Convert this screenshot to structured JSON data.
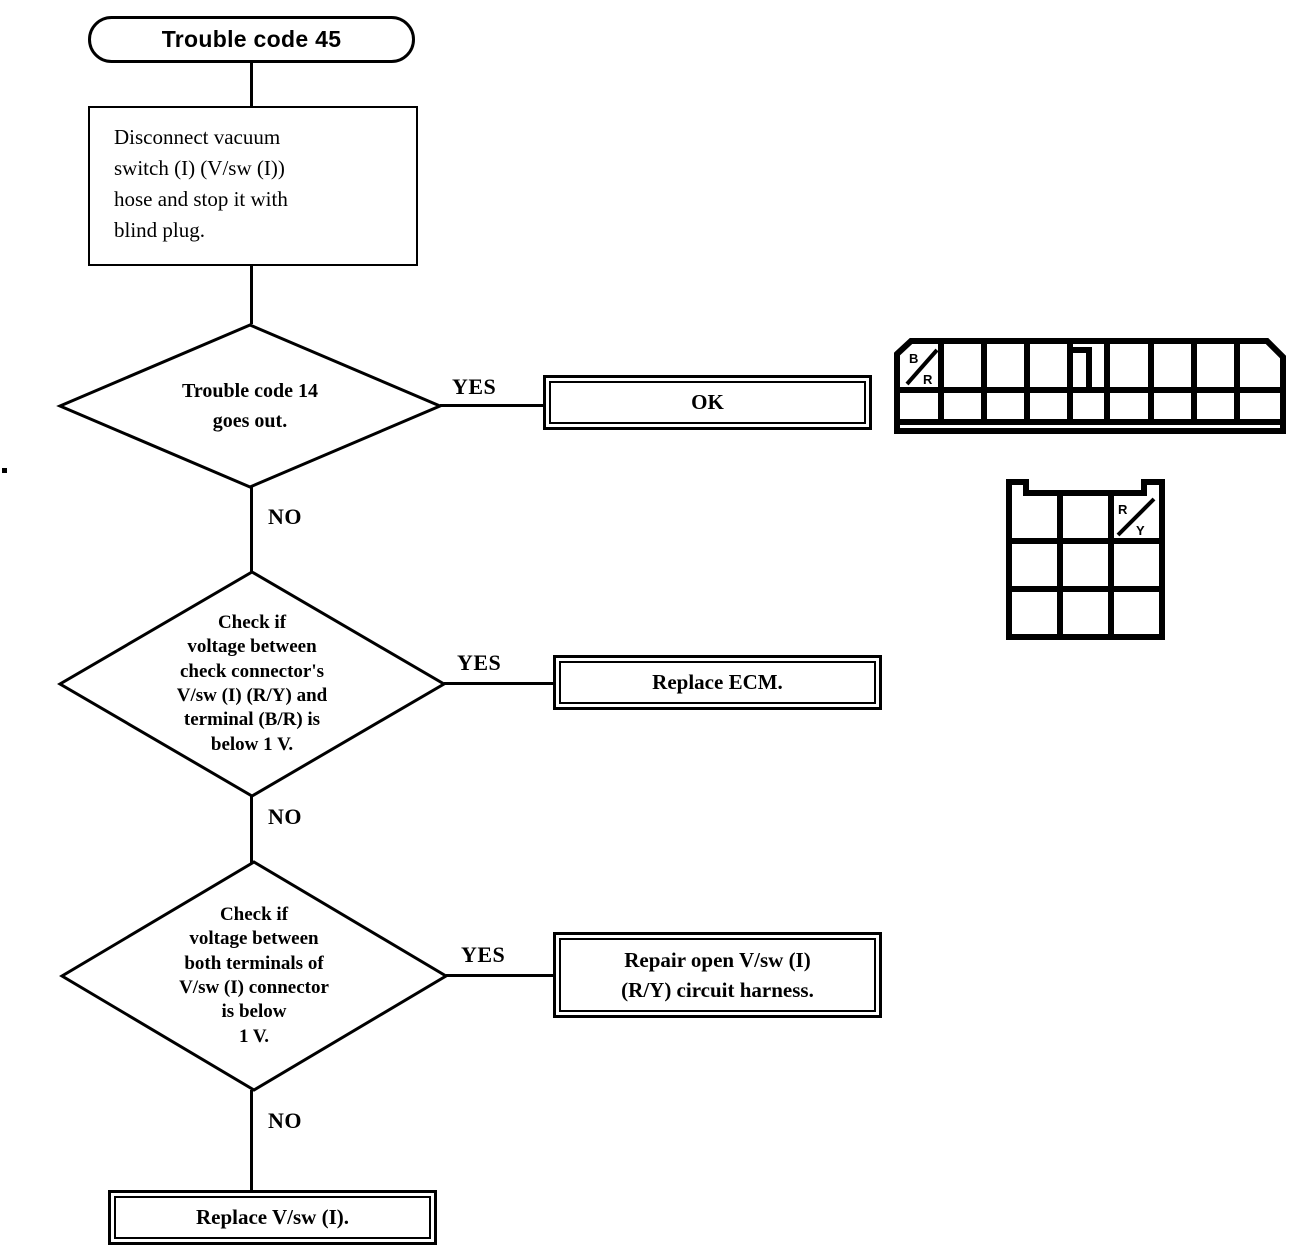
{
  "diagram": {
    "type": "flowchart",
    "title": "Trouble code 45",
    "start": {
      "label": "Trouble code 45",
      "shape": "terminator"
    },
    "steps": [
      {
        "id": "step-disconnect",
        "shape": "process",
        "text": "Disconnect vacuum\nswitch (I) (V/sw (I))\nhose and stop it with\nblind plug."
      },
      {
        "id": "decision-1",
        "shape": "decision",
        "text": "Trouble code 14\ngoes out.",
        "yes_label": "YES",
        "no_label": "NO",
        "yes_target": "result-ok",
        "no_target": "decision-2"
      },
      {
        "id": "decision-2",
        "shape": "decision",
        "text": "Check if\nvoltage between\ncheck connector's\nV/sw (I) (R/Y) and\nterminal (B/R) is\nbelow 1 V.",
        "yes_label": "YES",
        "no_label": "NO",
        "yes_target": "result-ecm",
        "no_target": "decision-3"
      },
      {
        "id": "decision-3",
        "shape": "decision",
        "text": "Check if\nvoltage between\nboth terminals of\nV/sw (I) connector\nis below\n1 V.",
        "yes_label": "YES",
        "no_label": "NO",
        "yes_target": "result-repair",
        "no_target": "result-replace"
      }
    ],
    "results": [
      {
        "id": "result-ok",
        "text": "OK"
      },
      {
        "id": "result-ecm",
        "text": "Replace ECM."
      },
      {
        "id": "result-repair",
        "text": "Repair open V/sw (I)\n(R/Y) circuit harness."
      },
      {
        "id": "result-replace",
        "text": "Replace V/sw (I)."
      }
    ]
  },
  "connectors": [
    {
      "id": "check-connector",
      "name": "check-connector-illustration",
      "rows": 2,
      "columns": 9,
      "terminal_label": "B/R",
      "terminal_position": "top-left",
      "label_top": "B",
      "label_bottom": "R"
    },
    {
      "id": "vsw-connector",
      "name": "vsw-connector-illustration",
      "rows": 3,
      "columns": 3,
      "terminal_label": "R/Y",
      "terminal_position": "top-right",
      "label_top": "R",
      "label_bottom": "Y"
    }
  ],
  "colors": {
    "ink": "#000000",
    "paper": "#ffffff"
  }
}
